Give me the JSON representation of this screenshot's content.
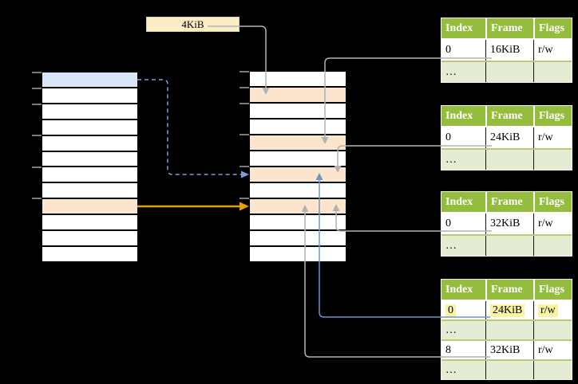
{
  "page_size_box": {
    "label": "4KiB"
  },
  "left_table": {
    "row_count": 12,
    "blue_rows": [
      0
    ],
    "orange_rows": [
      8
    ]
  },
  "middle_table": {
    "row_count": 12,
    "orange_rows": [
      1,
      4,
      6,
      8
    ]
  },
  "frame_table_headers": [
    "Index",
    "Frame",
    "Flags"
  ],
  "frame_tables": [
    {
      "rows": [
        {
          "kind": "data",
          "highlight": false,
          "cells": [
            "0",
            "16KiB",
            "r/w"
          ]
        },
        {
          "kind": "ellipsis",
          "highlight": false,
          "cells": [
            "…",
            "",
            ""
          ]
        }
      ]
    },
    {
      "rows": [
        {
          "kind": "data",
          "highlight": false,
          "cells": [
            "0",
            "24KiB",
            "r/w"
          ]
        },
        {
          "kind": "ellipsis",
          "highlight": false,
          "cells": [
            "…",
            "",
            ""
          ]
        }
      ]
    },
    {
      "rows": [
        {
          "kind": "data",
          "highlight": false,
          "cells": [
            "0",
            "32KiB",
            "r/w"
          ]
        },
        {
          "kind": "ellipsis",
          "highlight": false,
          "cells": [
            "…",
            "",
            ""
          ]
        }
      ]
    },
    {
      "rows": [
        {
          "kind": "data",
          "highlight": true,
          "cells": [
            "0",
            "24KiB",
            "r/w"
          ]
        },
        {
          "kind": "ellipsis",
          "highlight": false,
          "cells": [
            "…",
            "",
            ""
          ]
        },
        {
          "kind": "data",
          "highlight": false,
          "cells": [
            "8",
            "32KiB",
            "r/w"
          ]
        },
        {
          "kind": "ellipsis",
          "highlight": false,
          "cells": [
            "…",
            "",
            ""
          ]
        }
      ]
    }
  ],
  "colors": {
    "background": "#000000",
    "header_green": "#94BD3E",
    "row_light_green": "#E4EDD3",
    "row_light_blue": "#D9E4F6",
    "row_light_orange": "#FCE5CF",
    "page_size_box_fill": "#FBEEC5",
    "value_highlight_yellow": "#FAF3A1",
    "connector_gray": "#B2B2B2",
    "connector_blue": "#6E95CC",
    "connector_blue_dashed": "#7E9ED8",
    "connector_gold": "#E0A10A"
  }
}
